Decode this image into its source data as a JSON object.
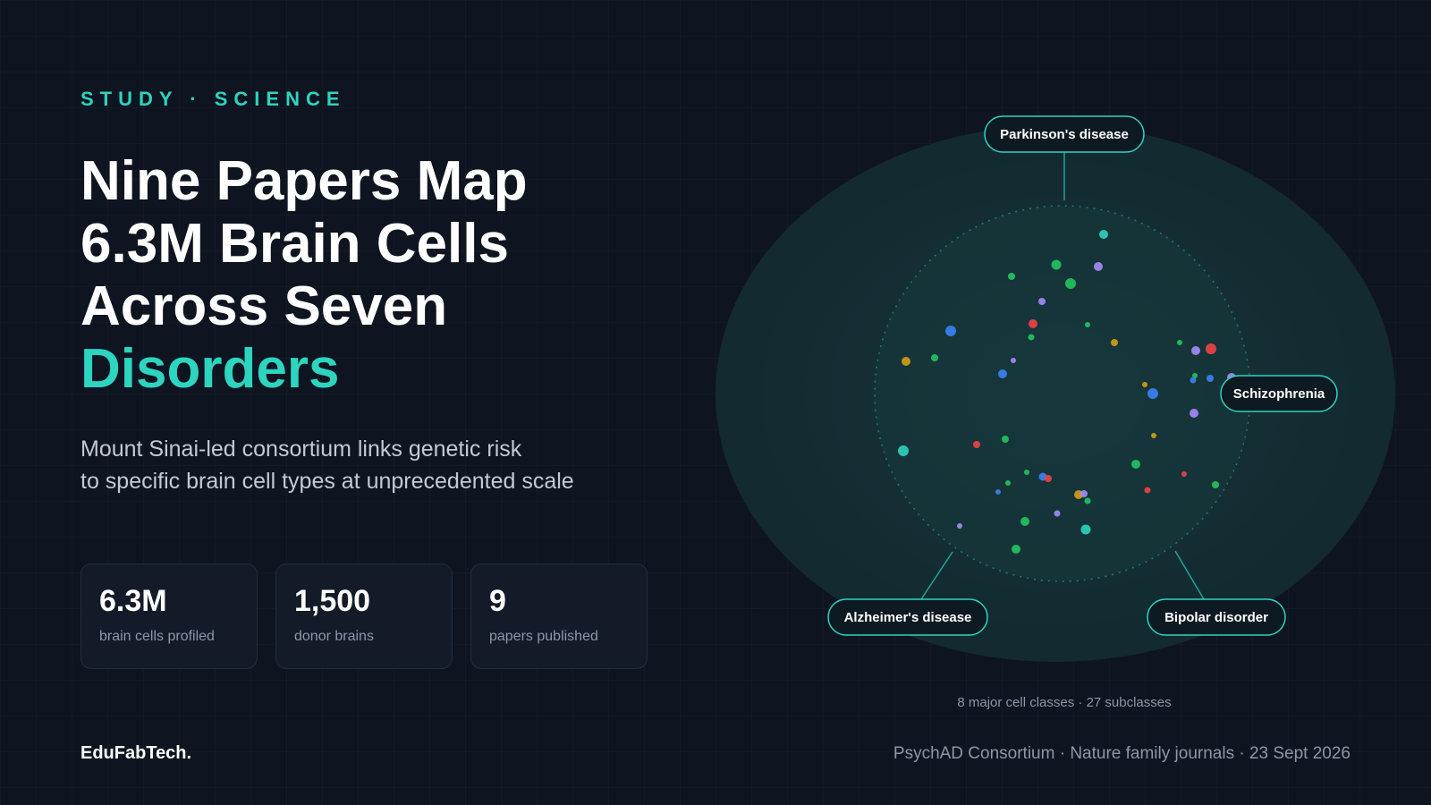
{
  "kicker": "STUDY · SCIENCE",
  "headline": {
    "line1": "Nine Papers Map",
    "line2": "6.3M Brain Cells",
    "line3": "Across Seven",
    "accent": "Disorders"
  },
  "subtitle": {
    "line1": "Mount Sinai-led consortium links genetic risk",
    "line2": "to specific brain cell types at unprecedented scale"
  },
  "stats": [
    {
      "value": "6.3M",
      "label": "brain cells profiled"
    },
    {
      "value": "1,500",
      "label": "donor brains"
    },
    {
      "value": "9",
      "label": "papers published"
    }
  ],
  "diagram": {
    "tags": {
      "parkinsons": "Parkinson's disease",
      "schizophrenia": "Schizophrenia",
      "alzheimers": "Alzheimer's disease",
      "bipolar": "Bipolar disorder"
    },
    "caption": "8 major cell classes · 27 subclasses"
  },
  "colors": {
    "accent": "#2dd4bf",
    "dots": [
      "#2dd4bf",
      "#a78bfa",
      "#3b82f6",
      "#22c55e",
      "#ef4444",
      "#d4a017"
    ]
  },
  "brand": "EduFabTech.",
  "footer": "PsychAD Consortium · Nature family journals · 23 Sept 2026"
}
